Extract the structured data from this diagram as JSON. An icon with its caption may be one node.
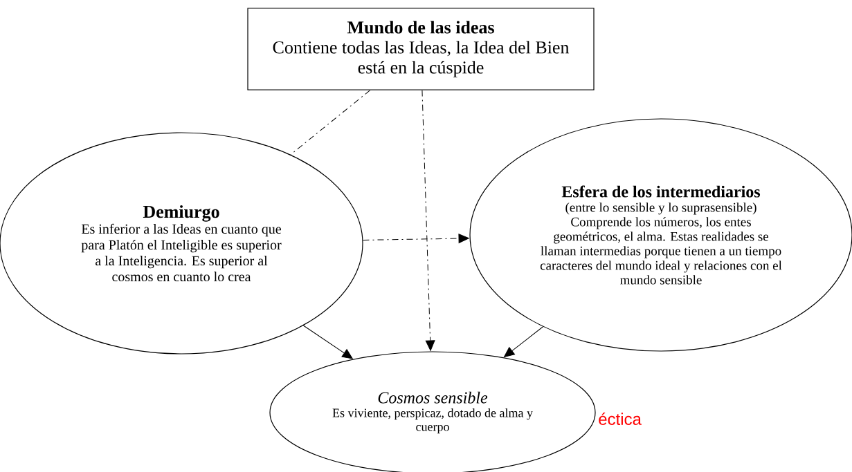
{
  "diagram": {
    "nodes": [
      {
        "text": [
          "Mundo de las ideas",
          "Contiene todas las Ideas, la Idea del Bien  está en la cúspide"
        ]
      },
      {
        "text": [
          "Demiurgo",
          "Es inferior a las Ideas en cuanto que para Platón el Inteligible es superior a la Inteligencia. Es superior al cosmos en cuanto lo crea"
        ]
      },
      {
        "text": [
          "Esfera de los intermediarios",
          "(entre lo sensible y lo suprasensible)",
          "Comprende los números, los entes geométricos, el alma. Estas realidades se llaman intermedias porque tienen a un tiempo caracteres del mundo ideal y relaciones con el mundo sensible"
        ]
      },
      {
        "text": [
          "Cosmos sensible",
          "Es viviente, perspicaz, dotado de alma y cuerpo"
        ]
      }
    ],
    "edges": [
      {
        "from": 0,
        "to": 1,
        "arrow": "none",
        "style": "dashed"
      },
      {
        "from": 0,
        "to": 3,
        "arrow": "to",
        "style": "dashed"
      },
      {
        "from": 1,
        "to": 2,
        "arrow": "to",
        "style": "dashed"
      },
      {
        "from": 1,
        "to": 3,
        "arrow": "to"
      },
      {
        "from": 2,
        "to": 3,
        "arrow": "to"
      }
    ],
    "labels": [
      "éctica"
    ]
  }
}
